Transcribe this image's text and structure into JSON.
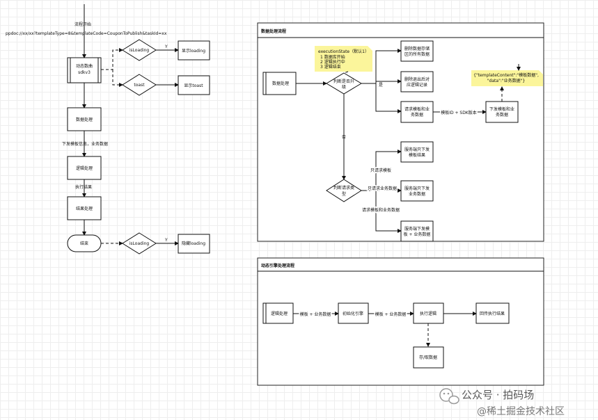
{
  "left": {
    "start_label": "流程开始",
    "url": "ppdoc://xx/xx?templateType=8&templateCode=CouponToPublish&taskId=xx",
    "sdk_line1": "动态数曲",
    "sdk_line2": "sdkv3",
    "isloading": "isLoading",
    "y_label": "Y",
    "show_loading": "显示loading",
    "toast": "toast",
    "show_toast": "显示toast",
    "data_processing": "数据处理",
    "deliver_label": "下发模板信息，业务数据",
    "logic_processing": "逻辑处理",
    "exec_result": "执行结果",
    "result_processing": "结果处理",
    "end": "结束",
    "hide_loading": "隐藏loading"
  },
  "top_panel": {
    "title": "数据处理流程",
    "data_processing": "数据处理",
    "note": {
      "line0": "executionState（默认1）",
      "line1": "1  数据库开始",
      "line2": "2  逻辑执行中",
      "line3": "3  逻辑结束"
    },
    "check_line1": "判断是否升",
    "check_line2": "级",
    "yes": "是",
    "no": "否",
    "clear_line1": "删除数据存储",
    "clear_line2": "区的所有数据",
    "del_line1": "删除退出后对",
    "del_line2": "应逻辑记录",
    "req_line1": "请求模板和业",
    "req_line2": "务数据",
    "template_sdk": "模板ID + SDK版本",
    "deliver_line1": "下发模板和业",
    "deliver_line2": "务数据",
    "json_line1": "{\"templateContent\":\"模板数据\",",
    "json_line2": "\"data\":\"业务数据\"}",
    "type_line1": "判断请求类",
    "type_line2": "型",
    "only_template": "只请求模板",
    "only_data": "只请求业务数据",
    "template_and_data": "请求模板和业务数据",
    "srv_tpl_line1": "服务端只下发",
    "srv_tpl_line2": "模板结果",
    "srv_data_line1": "服务端只下发",
    "srv_data_line2": "业务数据",
    "srv_both_line1": "服务端下发模",
    "srv_both_line2": "板 + 业务数据"
  },
  "bottom_panel": {
    "title": "动态引擎处理流程",
    "logic_processing": "逻辑处理",
    "template_data_1": "模板 + 业务数据",
    "init_engine": "初始化引擎",
    "template_data_2": "模板 + 业务数据",
    "execute": "执行逻辑",
    "return_result": "回传执行结果",
    "storage": "存/取数据"
  },
  "watermark": {
    "line1": "公众号 · 拍码场",
    "line2": "@稀土掘金技术社区"
  }
}
